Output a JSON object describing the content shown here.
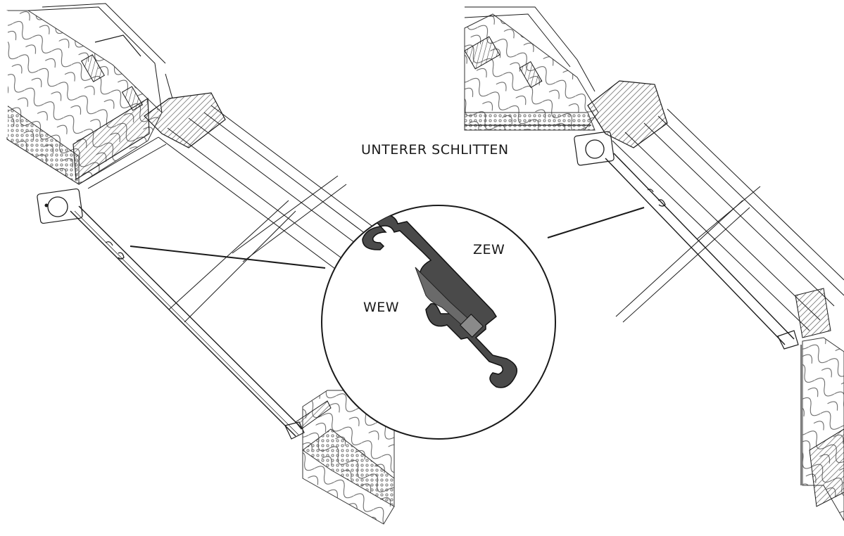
{
  "labels": {
    "title": "UNTERER SCHLITTEN",
    "outer_profile": "ZEW",
    "inner_profile": "WEW"
  },
  "colors": {
    "line": "#1a1a1a",
    "profile_fill": "#4a4a4a",
    "background": "#ffffff"
  }
}
